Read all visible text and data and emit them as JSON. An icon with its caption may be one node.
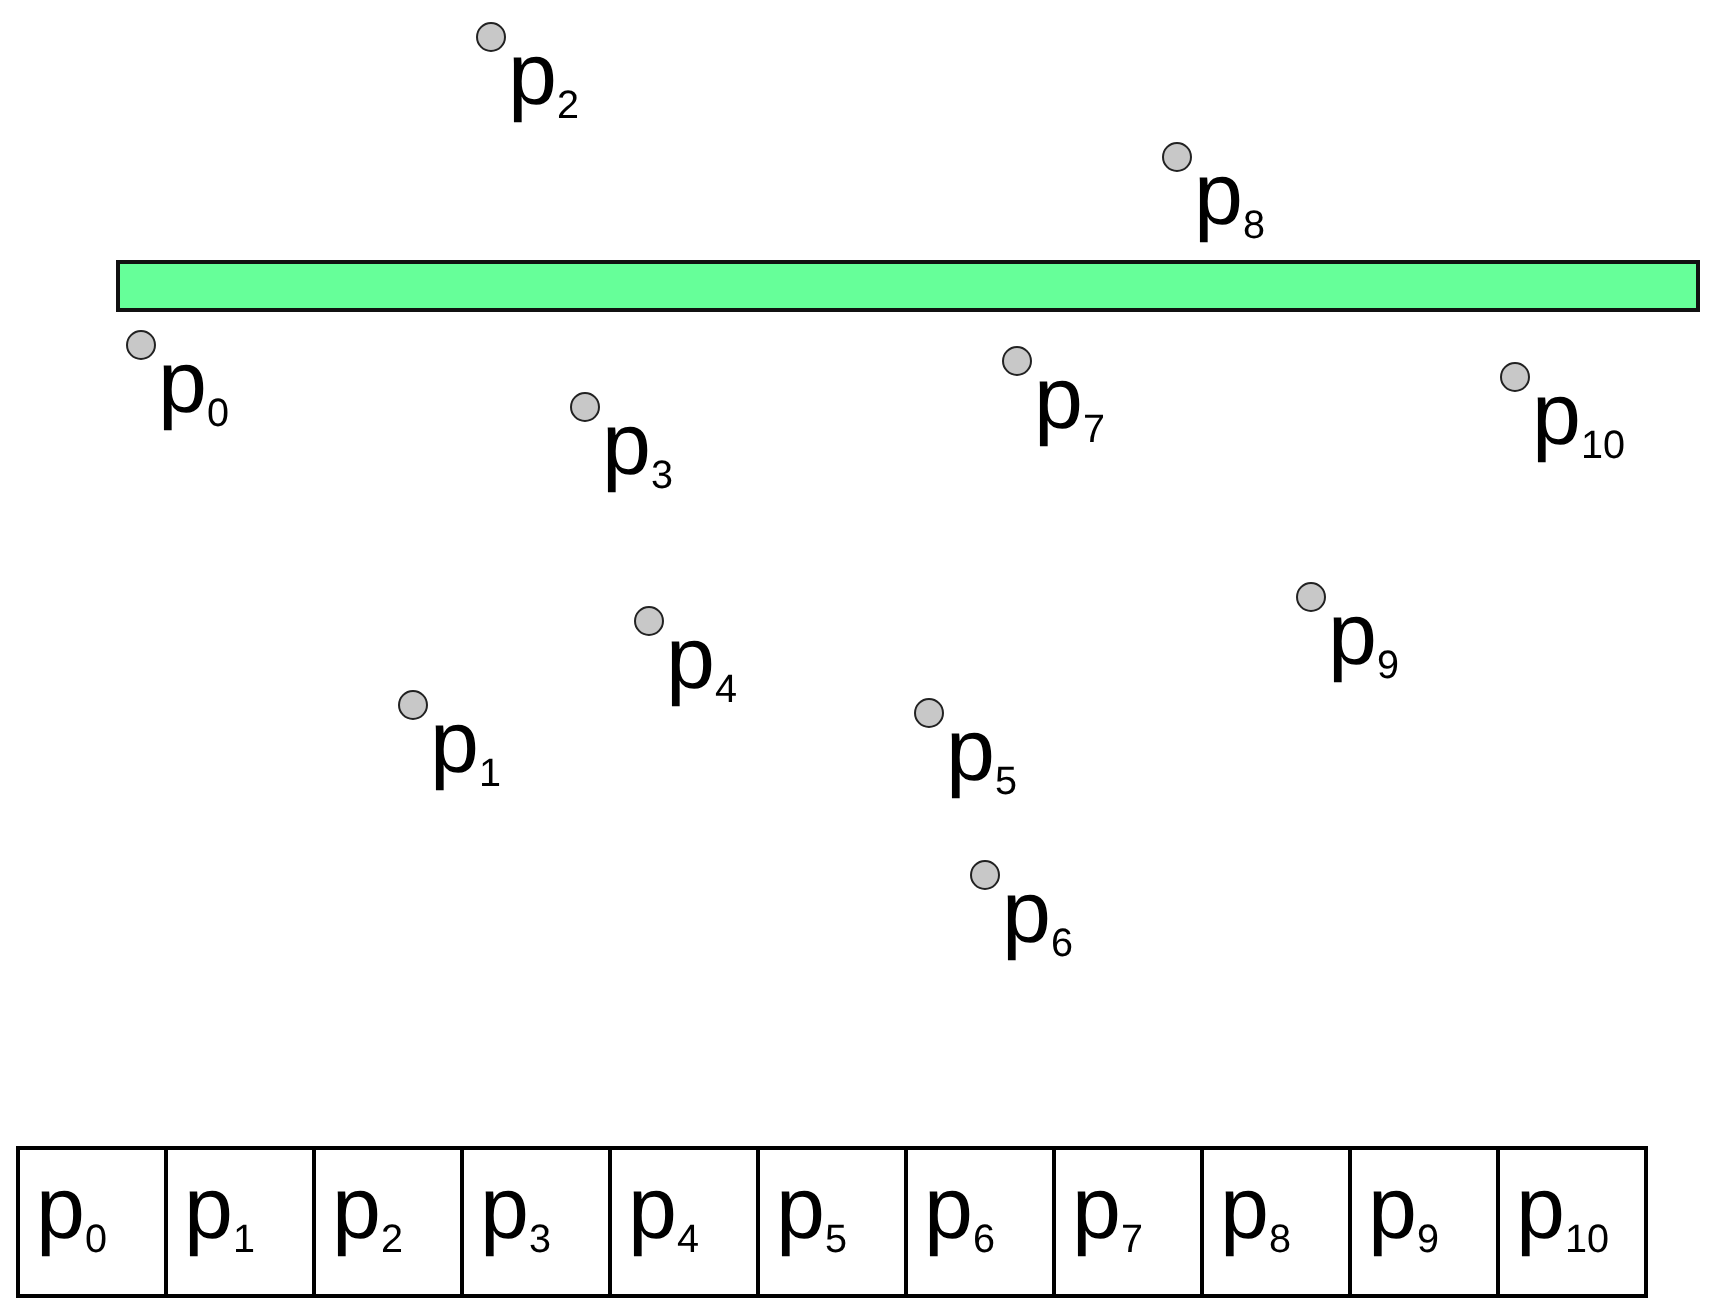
{
  "diagram": {
    "nodes": [
      {
        "text": [],
        "shape": "circle",
        "beside": [
          "p$_{2}$"
        ]
      },
      {
        "text": [],
        "shape": "circle",
        "beside": [
          "p$_{8}$"
        ]
      },
      {
        "text": [],
        "shape": "bar"
      },
      {
        "text": [],
        "shape": "circle",
        "beside": [
          "p$_{0}$"
        ]
      },
      {
        "text": [],
        "shape": "circle",
        "beside": [
          "p$_{7}$"
        ]
      },
      {
        "text": [],
        "shape": "circle",
        "beside": [
          "p$_{10}$"
        ]
      },
      {
        "text": [],
        "shape": "circle",
        "beside": [
          "p$_{3}$"
        ]
      },
      {
        "text": [],
        "shape": "circle",
        "beside": [
          "p$_{9}$"
        ]
      },
      {
        "text": [],
        "shape": "circle",
        "beside": [
          "p$_{4}$"
        ]
      },
      {
        "text": [],
        "shape": "circle",
        "beside": [
          "p$_{1}$"
        ]
      },
      {
        "text": [],
        "shape": "circle",
        "beside": [
          "p$_{5}$"
        ]
      },
      {
        "text": [],
        "shape": "circle",
        "beside": [
          "p$_{6}$"
        ]
      }
    ],
    "labels": [
      "p$_{0}$",
      "p$_{1}$",
      "p$_{2}$",
      "p$_{3}$",
      "p$_{4}$",
      "p$_{5}$",
      "p$_{6}$",
      "p$_{7}$",
      "p$_{8}$",
      "p$_{9}$",
      "p$_{10}$"
    ]
  }
}
